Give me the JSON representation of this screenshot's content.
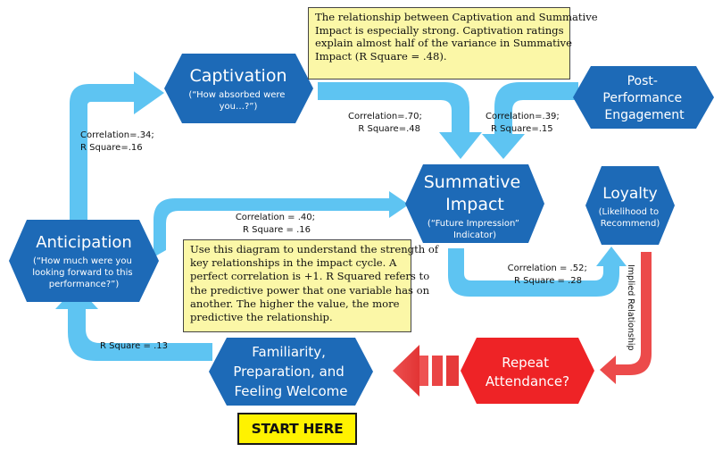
{
  "colors": {
    "node_blue": "#1d6ab7",
    "node_red": "#ee2326",
    "arrow_light_blue": "#5ec4f2",
    "arrow_red": "#ec4b4b",
    "note_bg": "#fbf7a7",
    "start_bg": "#fff200"
  },
  "nodes": {
    "captivation": {
      "title": [
        "Captivation"
      ],
      "sub": [
        "(“How absorbed were",
        "you…?”)"
      ]
    },
    "post_performance": {
      "title": [
        "Post-",
        "Performance",
        "Engagement"
      ],
      "sub": []
    },
    "summative_impact": {
      "title": [
        "Summative",
        "Impact"
      ],
      "sub": [
        "(“Future Impression”",
        "Indicator)"
      ]
    },
    "loyalty": {
      "title": [
        "Loyalty"
      ],
      "sub": [
        "(Likelihood to",
        "Recommend)"
      ]
    },
    "anticipation": {
      "title": [
        "Anticipation"
      ],
      "sub": [
        "(“How much were you",
        "looking forward to this",
        "performance?”)"
      ]
    },
    "repeat_attendance": {
      "title": [
        "Repeat",
        "Attendance?"
      ],
      "sub": []
    },
    "familiarity": {
      "title": [
        "Familiarity,",
        "Preparation, and",
        "Feeling Welcome"
      ],
      "sub": []
    }
  },
  "stats": {
    "anticipation_captivation": [
      "Correlation=.34;",
      "R Square=.16"
    ],
    "captivation_summative": [
      "Correlation=.70;",
      "R Square=.48"
    ],
    "post_summative": [
      "Correlation=.39;",
      "R Square=.15"
    ],
    "anticipation_summative": [
      "Correlation = .40;",
      "R Square = .16"
    ],
    "summative_loyalty": [
      "Correlation = .52;",
      "R Square = .28"
    ],
    "familiarity_anticipation": [
      "R Square = .13"
    ]
  },
  "implied_label": "Implied Relationship",
  "notes": {
    "top": [
      "The relationship between Captivation and Summative",
      "Impact is especially strong. Captivation ratings",
      "explain almost half of the variance in Summative",
      "Impact (R Square = .48)."
    ],
    "middle": [
      "Use this diagram to understand the strength of",
      "key relationships in the impact cycle.  A",
      "perfect correlation is +1.  R Squared refers to",
      "the predictive power that one variable has on",
      "another. The higher the value, the more",
      "predictive the relationship."
    ]
  },
  "start_label": "START HERE"
}
